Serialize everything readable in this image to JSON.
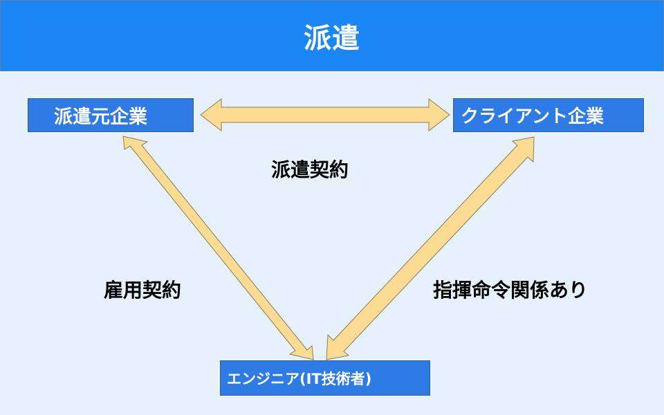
{
  "header": {
    "title": "派遣"
  },
  "nodes": {
    "dispatch_company": "派遣元企業",
    "client_company": "クライアント企業",
    "engineer": "エンジニア(IT技術者)"
  },
  "relations": {
    "dispatch_contract": "派遣契約",
    "employment_contract": "雇用契約",
    "command_relationship": "指揮命令関係あり"
  },
  "colors": {
    "header_bg": "#1b87f5",
    "node_bg": "#2e7be6",
    "arrow_fill": "#fcdb92",
    "background": "#e6f1fb"
  }
}
